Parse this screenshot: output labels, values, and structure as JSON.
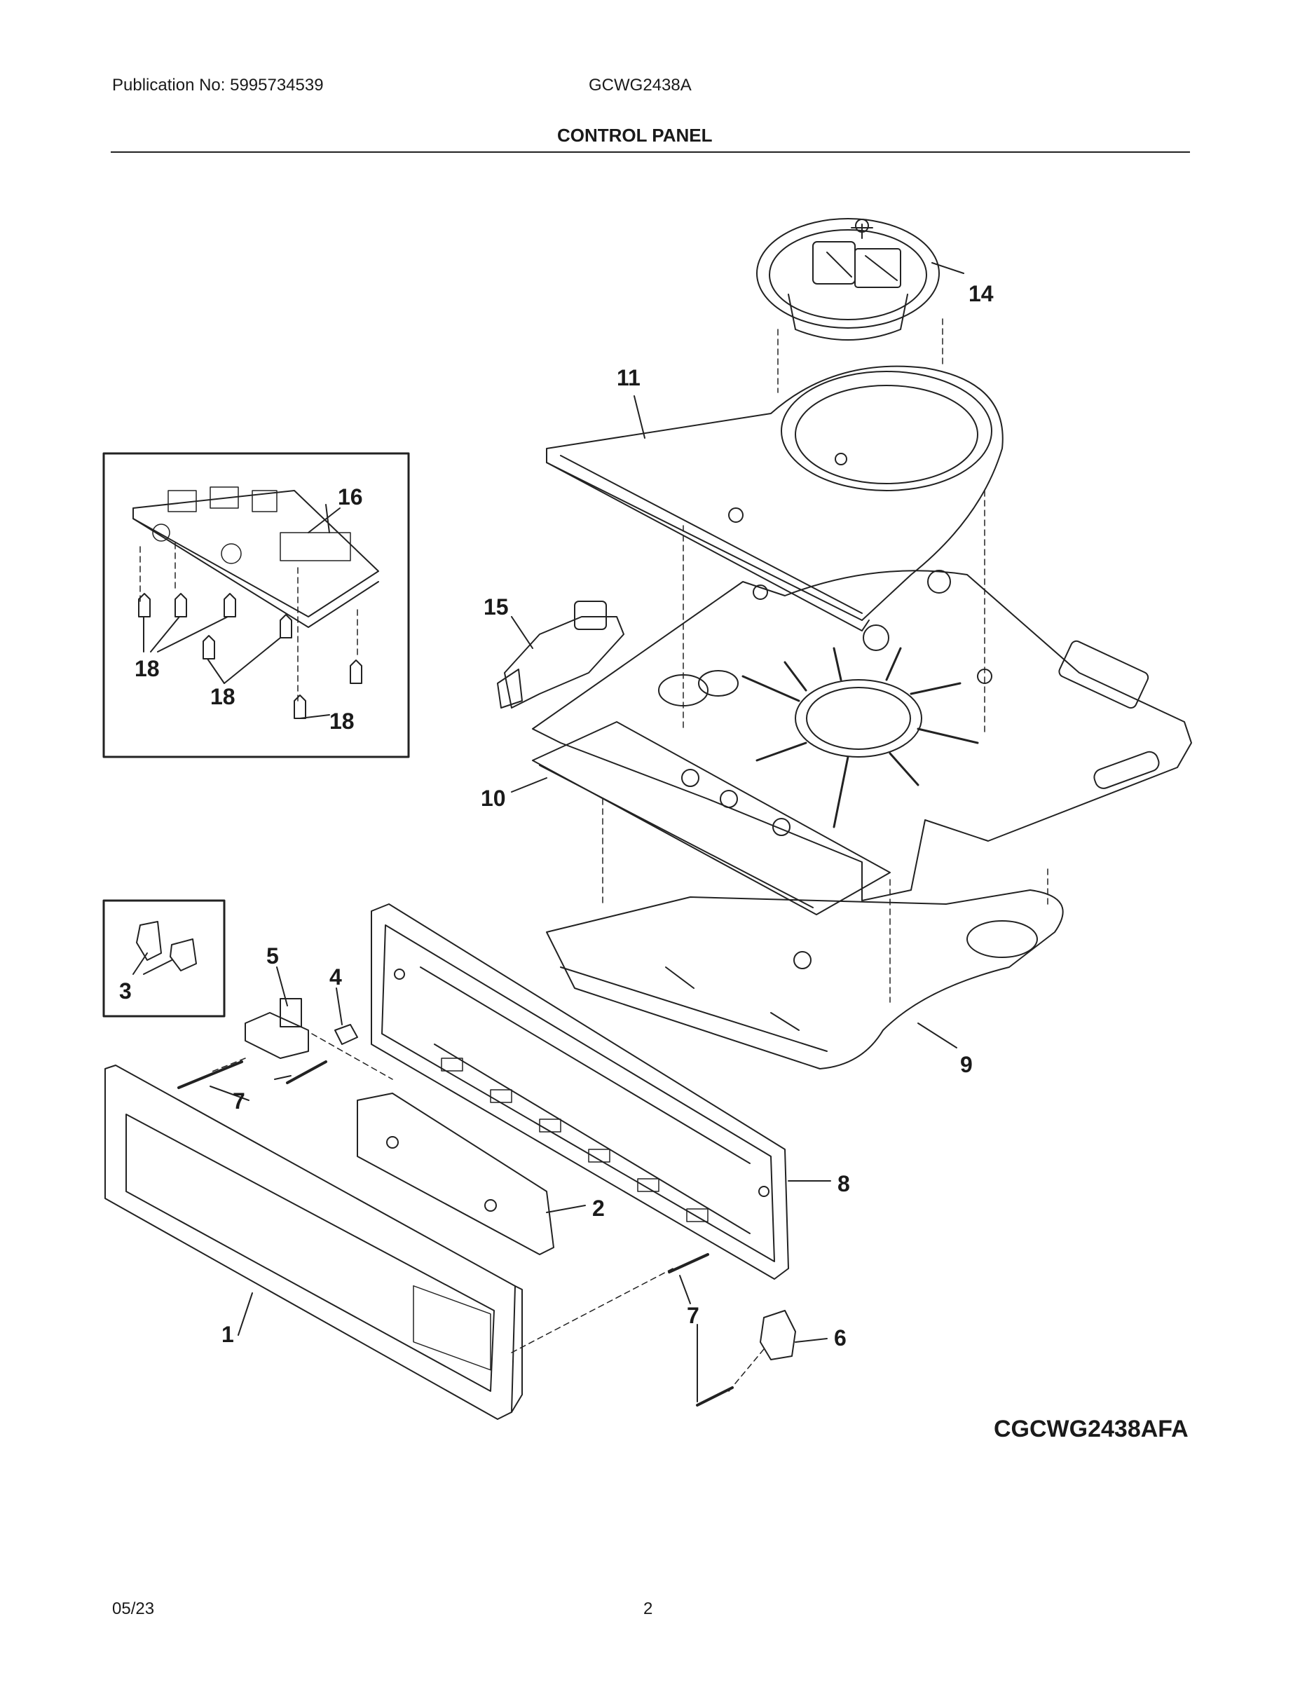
{
  "header": {
    "publication": "Publication No: 5995734539",
    "model": "GCWG2438A",
    "title": "CONTROL PANEL"
  },
  "diagram_code": "CGCWG2438AFA",
  "footer": {
    "date": "05/23",
    "page_number": "2"
  },
  "callouts": {
    "p1": "1",
    "p2": "2",
    "p3": "3",
    "p4": "4",
    "p5": "5",
    "p6": "6",
    "p7a": "7",
    "p7b": "7",
    "p8": "8",
    "p9": "9",
    "p10": "10",
    "p11": "11",
    "p14": "14",
    "p15": "15",
    "p16": "16",
    "p18a": "18",
    "p18b": "18",
    "p18c": "18"
  }
}
